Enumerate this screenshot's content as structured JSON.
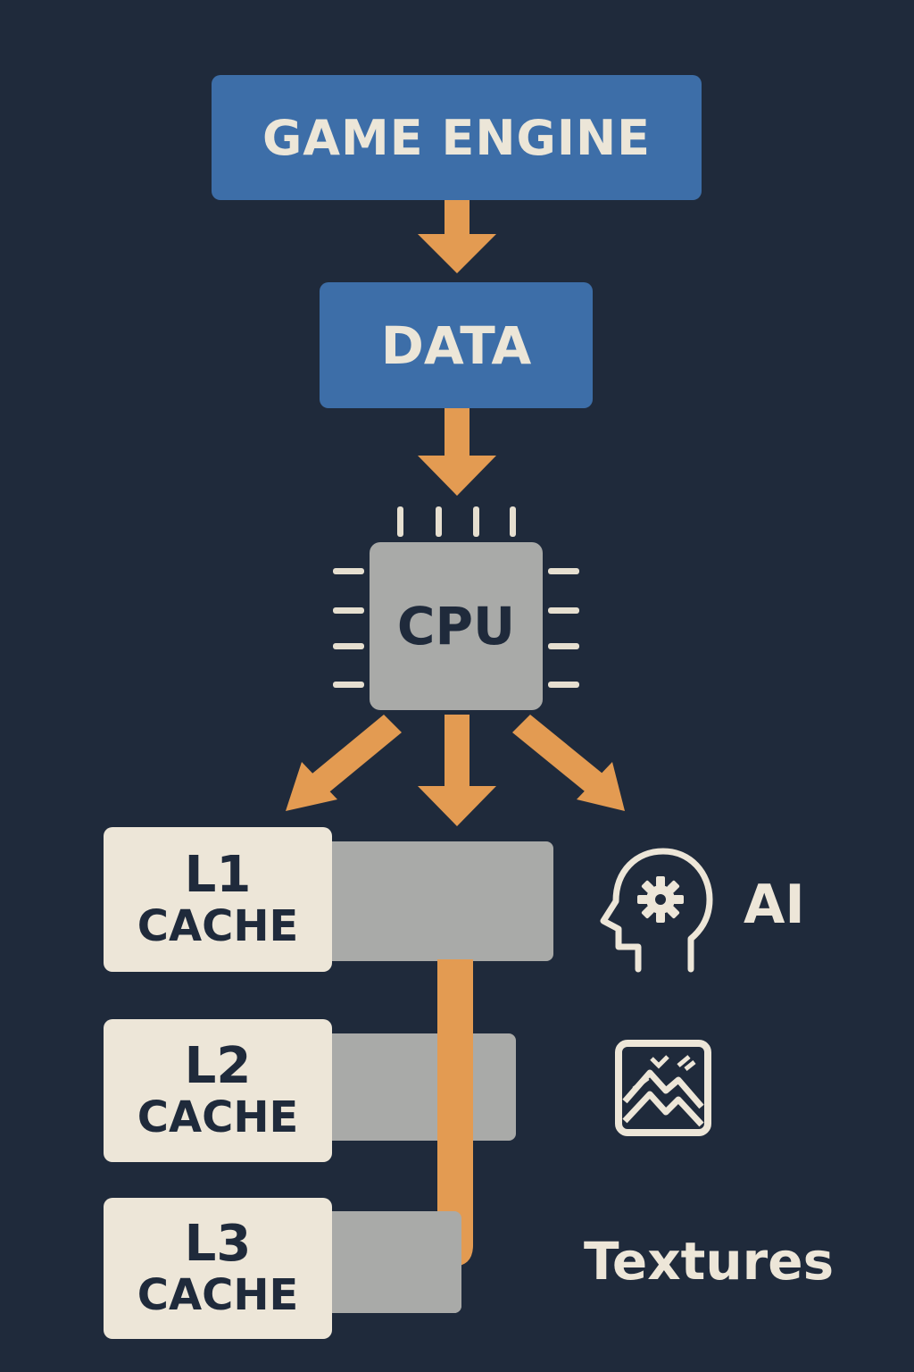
{
  "nodes": {
    "engine": "GAME ENGINE",
    "data": "DATA",
    "cpu": "CPU"
  },
  "caches": [
    {
      "level": "L1",
      "word": "CACHE"
    },
    {
      "level": "L2",
      "word": "CACHE"
    },
    {
      "level": "L3",
      "word": "CACHE"
    }
  ],
  "labels": {
    "ai": "AI",
    "textures": "Textures"
  },
  "icons": [
    "head-gear-icon",
    "image-texture-icon",
    "cpu-chip-icon"
  ],
  "colors": {
    "background": "#1f2a3b",
    "box_blue": "#3d6ea8",
    "arrow_orange": "#e39b52",
    "chip_gray": "#a9aaa8",
    "cream": "#ede6d8"
  }
}
